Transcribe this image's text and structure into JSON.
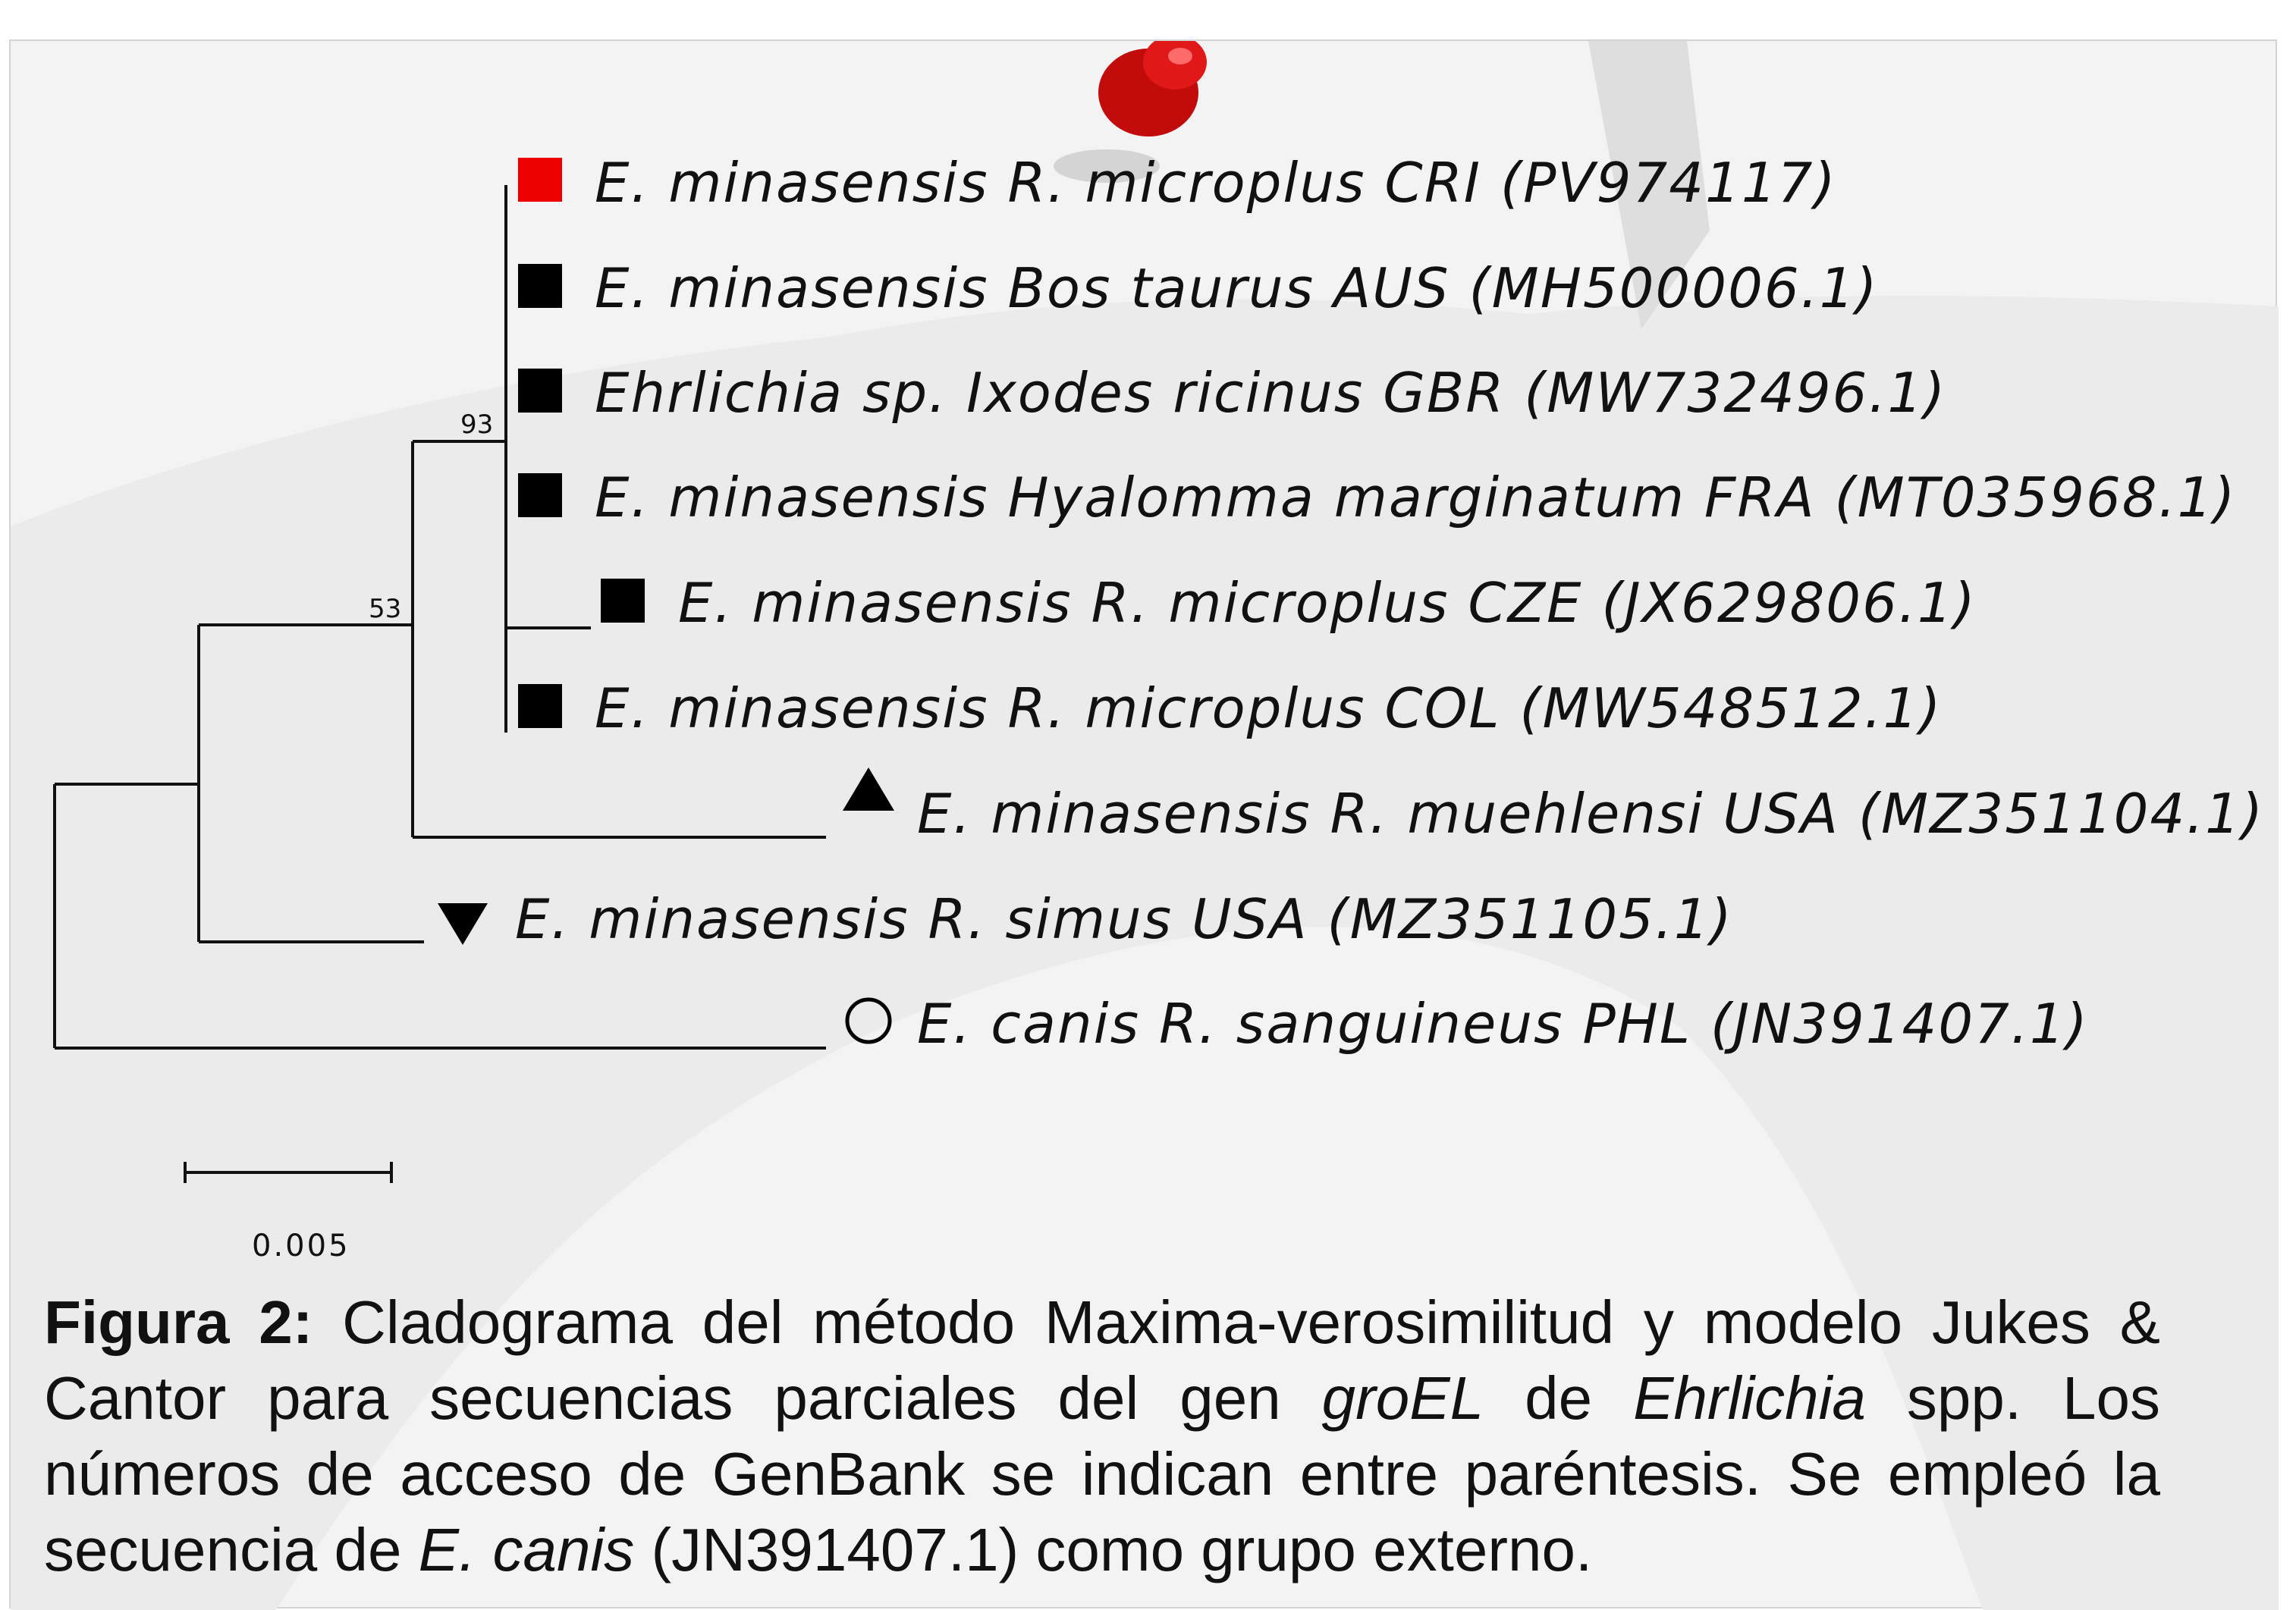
{
  "tree": {
    "leaves": [
      {
        "label": "E. minasensis R. microplus CRI (PV974117)",
        "marker": "square",
        "color": "#ee0000"
      },
      {
        "label": "E. minasensis Bos taurus AUS (MH500006.1)",
        "marker": "square",
        "color": "#000000"
      },
      {
        "label": "Ehrlichia sp. Ixodes ricinus GBR (MW732496.1)",
        "marker": "square",
        "color": "#000000"
      },
      {
        "label": "E. minasensis Hyalomma marginatum FRA (MT035968.1)",
        "marker": "square",
        "color": "#000000"
      },
      {
        "label": "E. minasensis R. microplus CZE (JX629806.1)",
        "marker": "square",
        "color": "#000000"
      },
      {
        "label": "E. minasensis R. microplus COL (MW548512.1)",
        "marker": "square",
        "color": "#000000"
      },
      {
        "label": "E. minasensis R. muehlensi USA (MZ351104.1)",
        "marker": "triangle-up",
        "color": "#000000"
      },
      {
        "label": "E. minasensis R. simus USA (MZ351105.1)",
        "marker": "triangle-down",
        "color": "#000000"
      },
      {
        "label": "E. canis R. sanguineus PHL (JN391407.1)",
        "marker": "circle-open",
        "color": "#000000"
      }
    ],
    "bootstrap": {
      "node_93": "93",
      "node_53": "53"
    },
    "scale_bar": "0.005"
  },
  "caption": {
    "label": "Figura 2:",
    "part1": " Cladograma del método Maxima-verosimilitud y modelo Jukes & Cantor para secuencias parciales del gen ",
    "gene": "groEL",
    "part2": " de ",
    "genus": "Ehrlichia",
    "part3": " spp. Los números de acceso de GenBank se indican entre paréntesis. Se empleó la secuencia de ",
    "outgroup": "E. canis",
    "part4": " (JN391407.1) como grupo externo."
  },
  "decoration": {
    "pushpin_color": "#d40f0f"
  }
}
